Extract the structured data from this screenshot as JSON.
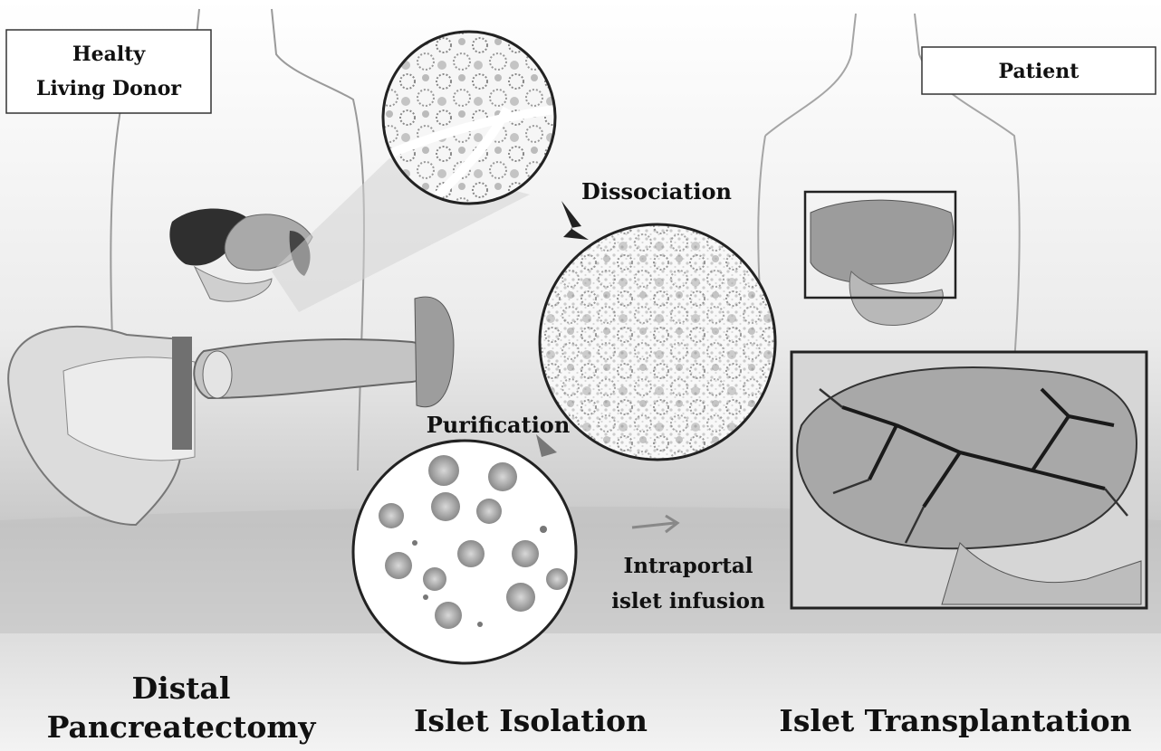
{
  "donor_label": [
    "Healty",
    "Living Donor"
  ],
  "patient_label": "Patient",
  "step_dissociation": "Dissociation",
  "step_purification": "Purification",
  "step_infusion": [
    "Intraportal",
    "islet infusion"
  ],
  "caption_left": [
    "Distal",
    "Pancreatectomy"
  ],
  "caption_center": "Islet Isolation",
  "caption_right": "Islet Transplantation"
}
